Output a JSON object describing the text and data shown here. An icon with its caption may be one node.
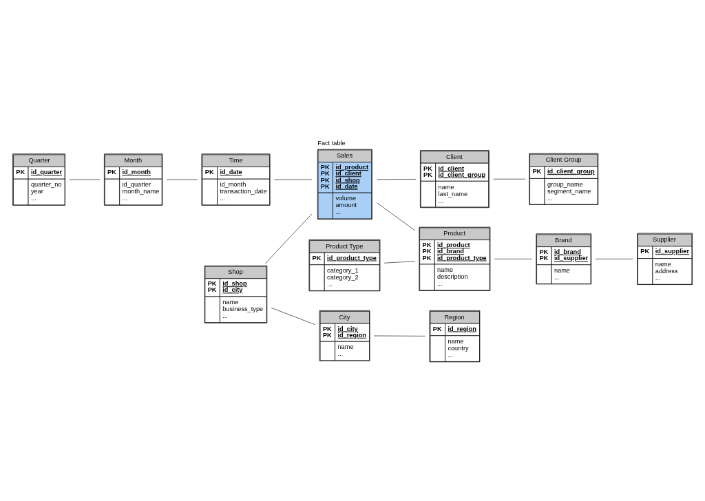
{
  "diagram": {
    "nodes": [
      {
        "text": [
          "Quarter",
          "PK",
          "id_quarter",
          "quarter_no year ..."
        ]
      },
      {
        "text": [
          "Shop",
          "PK PK",
          "id_shop id_city",
          "name business_type ..."
        ]
      },
      {
        "text": [
          "City",
          "PK PK",
          "id_city id_region",
          "name ..."
        ]
      },
      {
        "text": [
          "Region",
          "PK",
          "id_region",
          "name country ..."
        ]
      },
      {
        "text": [
          "Month",
          "PK",
          "id_month",
          "id_quarter month_name ..."
        ]
      },
      {
        "text": [
          "Sales",
          "PK PK PK PK",
          "id_product id_client id_shop id_date",
          "volume amount ..."
        ],
        "beside": [
          "Fact table"
        ]
      },
      {
        "text": [
          "Client",
          "PK PK",
          "id_client id_client_group",
          "name last_name ..."
        ]
      },
      {
        "text": [
          "Client Group",
          "PK",
          "id_client_group",
          "group_name segment_name ..."
        ]
      },
      {
        "text": [
          "Time",
          "PK",
          "id_date",
          "id_month transaction_date ..."
        ]
      },
      {
        "text": [
          "Product",
          "PK PK PK",
          "id_product id_brand id_product_type",
          "name description ..."
        ]
      },
      {
        "text": [
          "Brand",
          "PK PK",
          "id_brand id_supplier",
          "name ..."
        ]
      },
      {
        "text": [
          "Supplier",
          "PK",
          "id_supplier",
          "name address ..."
        ]
      },
      {
        "text": [
          "Product Type",
          "PK",
          "id_product_type",
          "category_1 category_2 ..."
        ]
      }
    ],
    "edges": [
      {
        "from": 0,
        "to": 4,
        "arrow": "none"
      },
      {
        "from": 4,
        "to": 8,
        "arrow": "none"
      },
      {
        "from": 8,
        "to": 5,
        "arrow": "none"
      },
      {
        "from": 1,
        "to": 5,
        "arrow": "none"
      },
      {
        "from": 1,
        "to": 2,
        "arrow": "none"
      },
      {
        "from": 2,
        "to": 3,
        "arrow": "none"
      },
      {
        "from": 5,
        "to": 6,
        "arrow": "none"
      },
      {
        "from": 6,
        "to": 7,
        "arrow": "none"
      },
      {
        "from": 5,
        "to": 9,
        "arrow": "none"
      },
      {
        "from": 12,
        "to": 9,
        "arrow": "none"
      },
      {
        "from": 9,
        "to": 10,
        "arrow": "none"
      },
      {
        "from": 10,
        "to": 11,
        "arrow": "none"
      }
    ]
  }
}
